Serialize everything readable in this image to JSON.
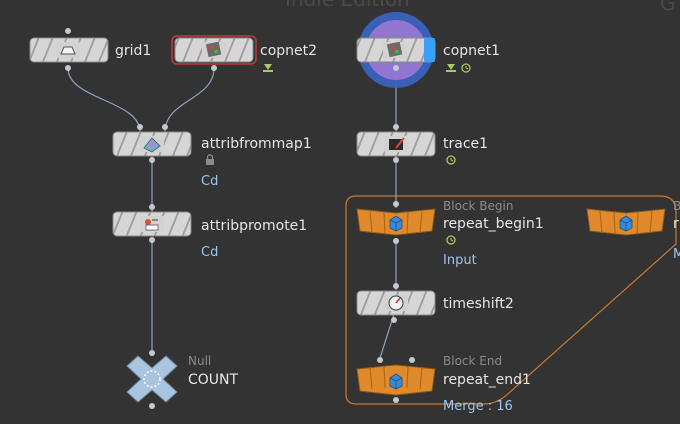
{
  "watermark": {
    "left": "Indie Edition",
    "right": "G"
  },
  "nodes": {
    "grid1": {
      "name": "grid1"
    },
    "copnet2": {
      "name": "copnet2"
    },
    "copnet1": {
      "name": "copnet1"
    },
    "attribfrommap1": {
      "name": "attribfrommap1",
      "note": "Cd"
    },
    "trace1": {
      "name": "trace1"
    },
    "attribpromote1": {
      "name": "attribpromote1",
      "note": "Cd"
    },
    "repeat_begin1": {
      "name": "repeat_begin1",
      "category": "Block Begin",
      "note": "Input"
    },
    "repeat_begin_clone": {
      "category_fragment": "B",
      "name_fragment": "r",
      "note_fragment": "M"
    },
    "timeshift2": {
      "name": "timeshift2"
    },
    "count": {
      "category": "Null",
      "name": "COUNT"
    },
    "repeat_end1": {
      "name": "repeat_end1",
      "category": "Block End",
      "note": "Merge : 16"
    }
  },
  "colors": {
    "background": "#333333",
    "node_body": "#d2d2d2",
    "block_node": "#e08a2c",
    "block_outline": "#c87a2e",
    "wire": "#8aa3c4",
    "note_text": "#9ec5ee",
    "display_flag": "#3aa0ff",
    "selected_outline": "#c03a3a"
  },
  "icons": [
    "plane-icon",
    "cop-network-icon",
    "lock-icon",
    "render-flag-icon",
    "timer-icon",
    "pencil-trace-icon",
    "gauge-icon",
    "null-cross-icon",
    "block-cube-icon"
  ]
}
